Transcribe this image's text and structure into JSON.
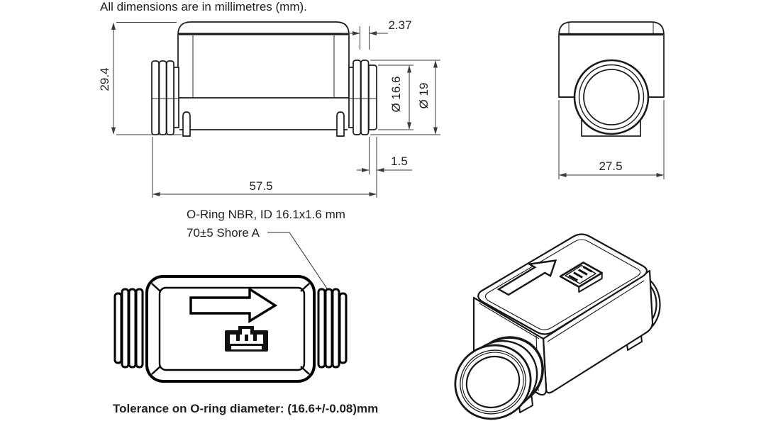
{
  "drawing": {
    "note": "All dimensions are in millimetres (mm).",
    "tolerance_note": "Tolerance on O-ring diameter: (16.6+/-0.08)mm",
    "dimensions": {
      "overall_height": "29.4",
      "groove_width": "2.37",
      "port_inner_diameter": "Ø 16.6",
      "barb_outer_diameter": "Ø 19",
      "end_lip_width": "1.5",
      "overall_length": "57.5",
      "body_width": "27.5"
    },
    "annotations": {
      "oring_spec": "O-Ring NBR, ID 16.1x1.6 mm",
      "oring_hardness": "70±5 Shore A"
    },
    "icons": {
      "flow_arrow": "flow-direction-arrow-icon",
      "connector": "connector-icon"
    },
    "colors": {
      "line": "#1a1a1a",
      "bold_line": "#000000",
      "dimension_line": "#3a3a3a",
      "background": "#ffffff"
    }
  }
}
